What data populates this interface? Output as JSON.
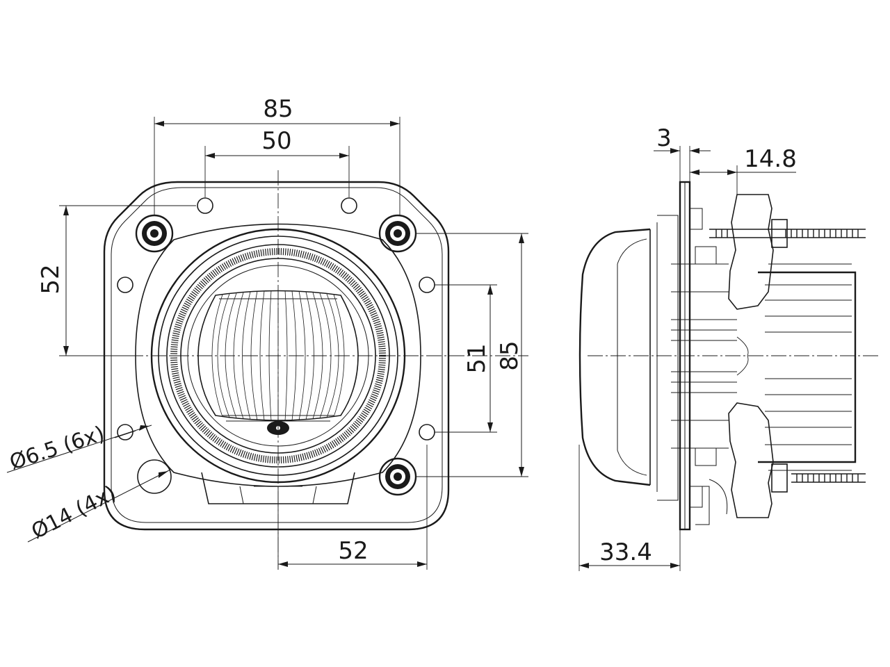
{
  "drawing": {
    "front_view": {
      "dim_total_width": "85",
      "dim_hole_spacing_top": "50",
      "dim_hole_spacing_left": "52",
      "dim_lens_height": "51",
      "dim_total_height": "85",
      "dim_hole_spacing_bottom": "52",
      "hole_small_label": "Ø6.5 (6x)",
      "hole_large_label": "Ø14 (4x)"
    },
    "side_view": {
      "dim_flange": "3",
      "dim_depth_rear": "14.8",
      "dim_depth_front": "33.4"
    }
  }
}
